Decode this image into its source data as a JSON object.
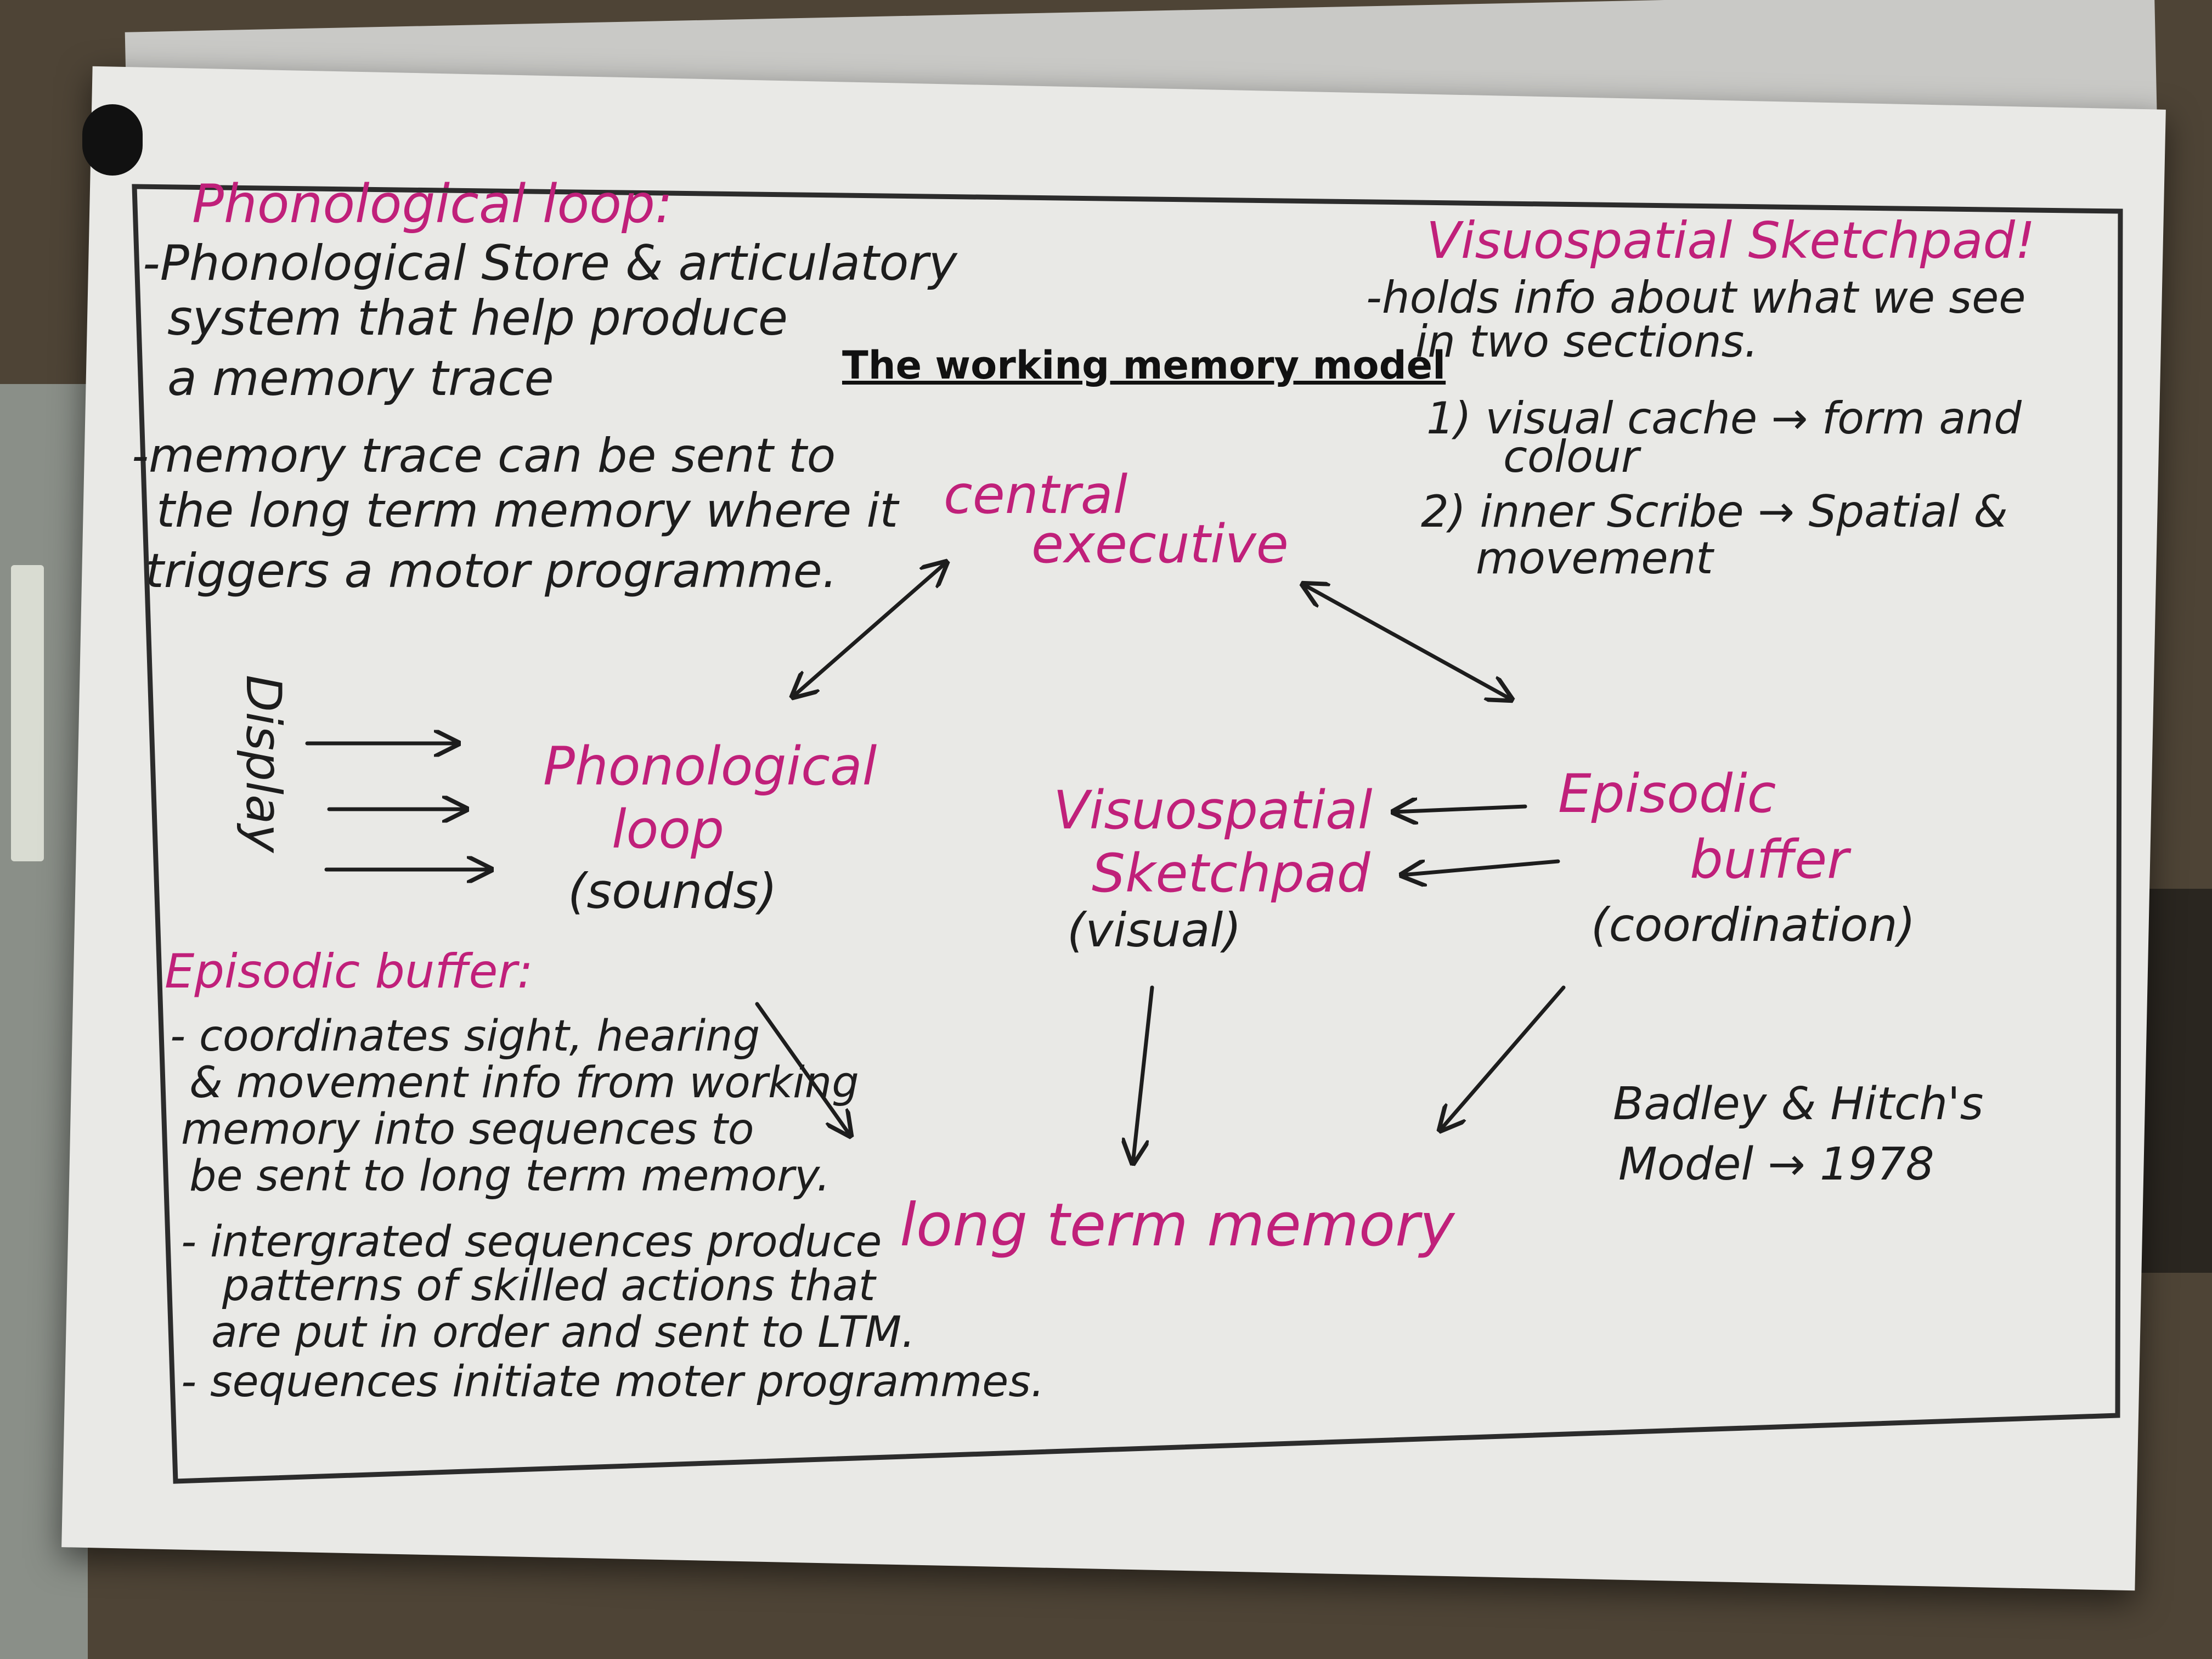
{
  "title": "The working memory model",
  "nodes": {
    "central_executive": [
      "central",
      "executive"
    ],
    "phonological_loop": [
      "Phonological",
      "loop",
      "(sounds)"
    ],
    "visuospatial_sketchpad": [
      "Visuospatial",
      "Sketchpad",
      "(visual)"
    ],
    "episodic_buffer": [
      "Episodic",
      "buffer",
      "(coordination)"
    ],
    "long_term_memory": "long term memory",
    "display": "Display"
  },
  "notes": {
    "phonological_loop": {
      "heading": "Phonological loop:",
      "lines": [
        "-Phonological Store & articulatory",
        "system that help produce",
        "a memory trace",
        "-memory trace can be sent to",
        "the long term memory where it",
        "triggers a motor programme."
      ]
    },
    "visuospatial_sketchpad": {
      "heading": "Visuospatial Sketchpad!",
      "lines": [
        "-holds info about what we see",
        "in two sections.",
        "1) visual cache → form and",
        "colour",
        "2) inner Scribe → Spatial &",
        "movement"
      ]
    },
    "episodic_buffer": {
      "heading": "Episodic buffer:",
      "lines": [
        "- coordinates sight, hearing",
        "& movement info from working",
        "memory into sequences to",
        "be sent to long term memory.",
        "- intergrated sequences produce",
        "patterns of skilled actions that",
        "are put in order and sent to LTM.",
        "- sequences initiate moter programmes."
      ]
    },
    "attribution": [
      "Badley & Hitch's",
      "Model → 1978"
    ]
  },
  "colors": {
    "ink": "#1d1d1d",
    "pink_ink": "#c0207a",
    "paper": "#e9e9e6"
  }
}
